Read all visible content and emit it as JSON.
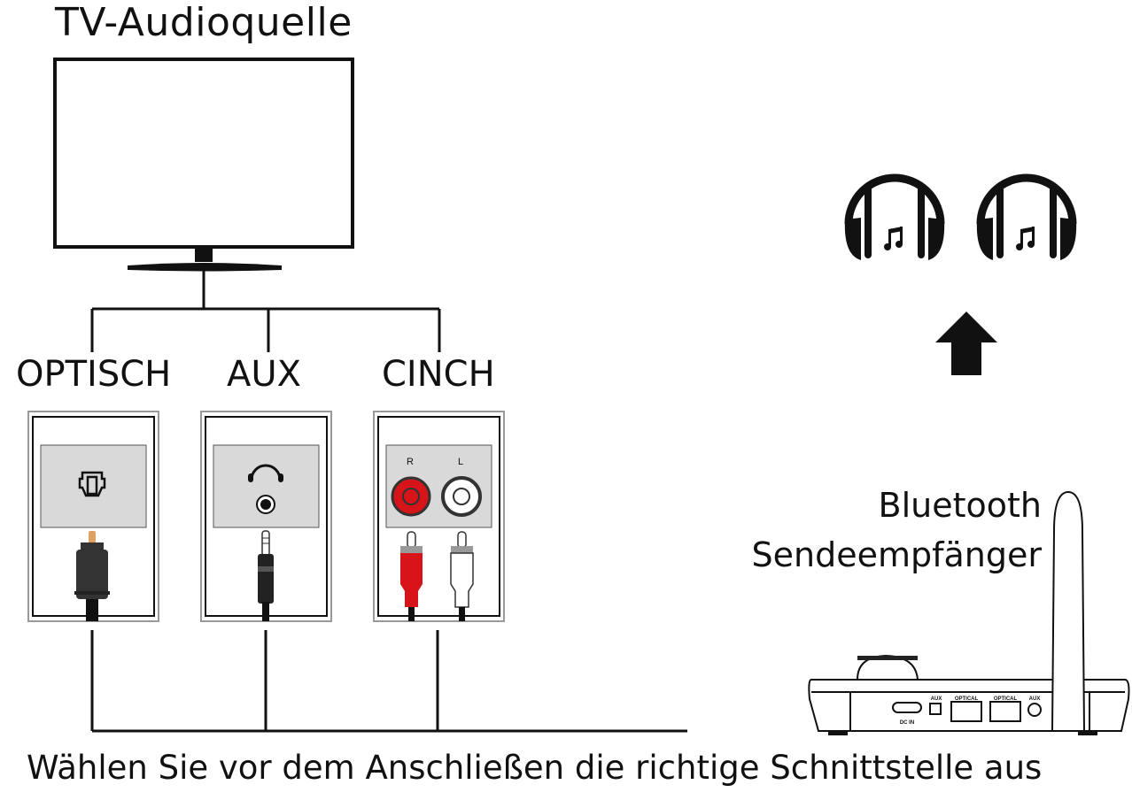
{
  "title": "TV-Audioquelle",
  "connections": [
    {
      "label": "OPTISCH",
      "port_icon": "optical-port-icon",
      "plug": "optical-toslink-plug"
    },
    {
      "label": "AUX",
      "port_icon": "headphone-jack-icon",
      "plug": "3.5mm-jack-plug"
    },
    {
      "label": "CINCH",
      "port_icon": "rca-ports-icon",
      "plug": "rca-plugs",
      "channels": [
        "R",
        "L"
      ]
    }
  ],
  "device": {
    "label_line1": "Bluetooth",
    "label_line2": "Sendeempfänger",
    "ports": [
      "DC IN",
      "AUX",
      "OPTICAL",
      "OPTICAL",
      "AUX"
    ]
  },
  "headphones": {
    "count": 2,
    "icon": "headphones-music-icon"
  },
  "arrow": "arrow-up-icon",
  "caption": "Wählen Sie vor dem Anschließen die richtige Schnittstelle aus",
  "colors": {
    "line": "#111111",
    "panel": "#d9d9d9",
    "rca_red": "#d6141a",
    "optical_tip": "#e0a060",
    "plug_dark": "#333333"
  }
}
